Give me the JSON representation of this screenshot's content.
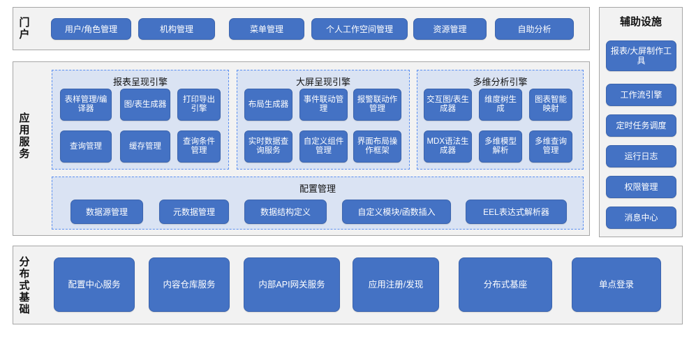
{
  "portal": {
    "label": "门户",
    "items": [
      {
        "text": "用户/角色管理"
      },
      {
        "text": "机构管理"
      },
      {
        "text": "菜单管理"
      },
      {
        "text": "个人工作空间管理"
      },
      {
        "text": "资源管理"
      },
      {
        "text": "自助分析"
      }
    ]
  },
  "app_services": {
    "label": "应用服务",
    "groups": [
      {
        "title": "报表呈现引擎",
        "items": [
          {
            "text": "表样管理/编译器"
          },
          {
            "text": "图/表生成器"
          },
          {
            "text": "打印导出引擎"
          },
          {
            "text": "查询管理"
          },
          {
            "text": "缓存管理"
          },
          {
            "text": "查询条件管理"
          }
        ]
      },
      {
        "title": "大屏呈现引擎",
        "items": [
          {
            "text": "布局生成器"
          },
          {
            "text": "事件联动管理"
          },
          {
            "text": "报警联动作管理"
          },
          {
            "text": "实时数据查询服务"
          },
          {
            "text": "自定义组件管理"
          },
          {
            "text": "界面布局操作框架"
          }
        ]
      },
      {
        "title": "多维分析引擎",
        "items": [
          {
            "text": "交互图/表生成器"
          },
          {
            "text": "维度树生成"
          },
          {
            "text": "图表智能映射"
          },
          {
            "text": "MDX语法生成器"
          },
          {
            "text": "多维模型解析"
          },
          {
            "text": "多维查询管理"
          }
        ]
      }
    ],
    "config": {
      "title": "配置管理",
      "items": [
        {
          "text": "数据源管理"
        },
        {
          "text": "元数据管理"
        },
        {
          "text": "数据结构定义"
        },
        {
          "text": "自定义模块/函数插入"
        },
        {
          "text": "EEL表达式解析器"
        }
      ]
    }
  },
  "distributed": {
    "label": "分布式基础",
    "items": [
      {
        "text": "配置中心服务"
      },
      {
        "text": "内容仓库服务"
      },
      {
        "text": "内部API网关服务"
      },
      {
        "text": "应用注册/发现"
      },
      {
        "text": "分布式基座"
      },
      {
        "text": "单点登录"
      }
    ]
  },
  "aux": {
    "title": "辅助设施",
    "items": [
      {
        "text": "报表/大屏制作工具"
      },
      {
        "text": "工作流引擎"
      },
      {
        "text": "定时任务调度"
      },
      {
        "text": "运行日志"
      },
      {
        "text": "权限管理"
      },
      {
        "text": "消息中心"
      }
    ]
  },
  "colors": {
    "button": "#4472c4",
    "group_bg": "#dae3f3",
    "group_border": "#5b8ff0",
    "panel_bg": "#f2f2f2",
    "panel_border": "#a6a6a6"
  }
}
